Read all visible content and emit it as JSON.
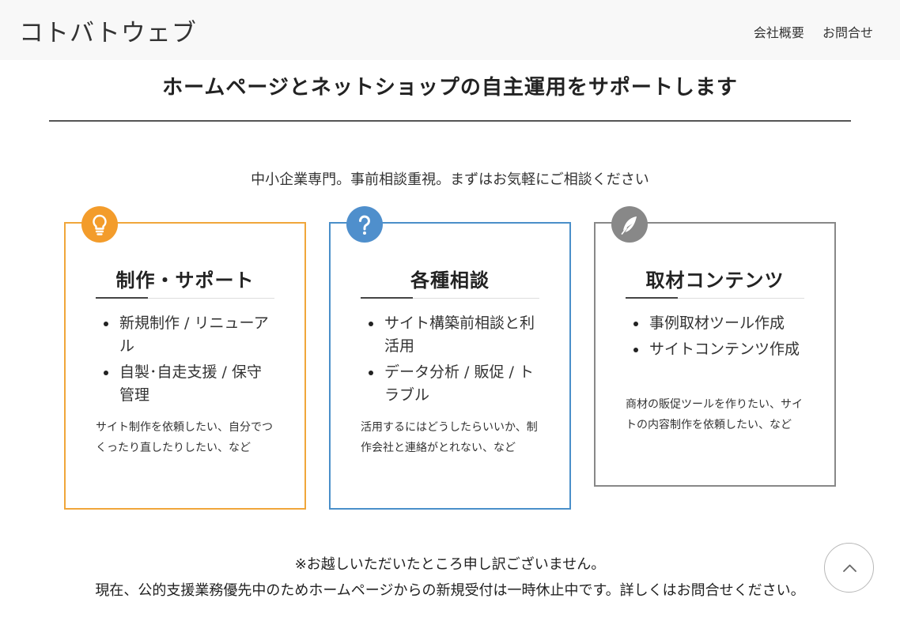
{
  "header": {
    "logo": "コトバトウェブ",
    "nav": [
      "会社概要",
      "お問合せ"
    ]
  },
  "hero": {
    "title": "ホームページとネットショップの自主運用をサポートします",
    "lead": "中小企業専門。事前相談重視。まずはお気軽にご相談ください"
  },
  "cards": [
    {
      "icon": "lightbulb-icon",
      "color": "#f39c2b",
      "title": "制作・サポート",
      "items": [
        "新規制作 / リニューアル",
        "自製･自走支援 / 保守管理"
      ],
      "desc": "サイト制作を依頼したい、自分でつくったり直したりしたい、など"
    },
    {
      "icon": "question-icon",
      "color": "#4f8fcc",
      "title": "各種相談",
      "items": [
        "サイト構築前相談と利活用",
        "データ分析 / 販促 / トラブル"
      ],
      "desc": "活用するにはどうしたらいいか、制作会社と連絡がとれない、など"
    },
    {
      "icon": "feather-icon",
      "color": "#888888",
      "title": "取材コンテンツ",
      "items": [
        "事例取材ツール作成",
        "サイトコンテンツ作成"
      ],
      "desc": "商材の販促ツールを作りたい、サイトの内容制作を依頼したい、など"
    }
  ],
  "notice": {
    "line1": "※お越しいただいたところ申し訳ございません。",
    "line2": "現在、公的支援業務優先中のためホームページからの新規受付は一時休止中です。詳しくはお問合せください。"
  },
  "scroll_top": {
    "icon": "chevron-up-icon"
  }
}
